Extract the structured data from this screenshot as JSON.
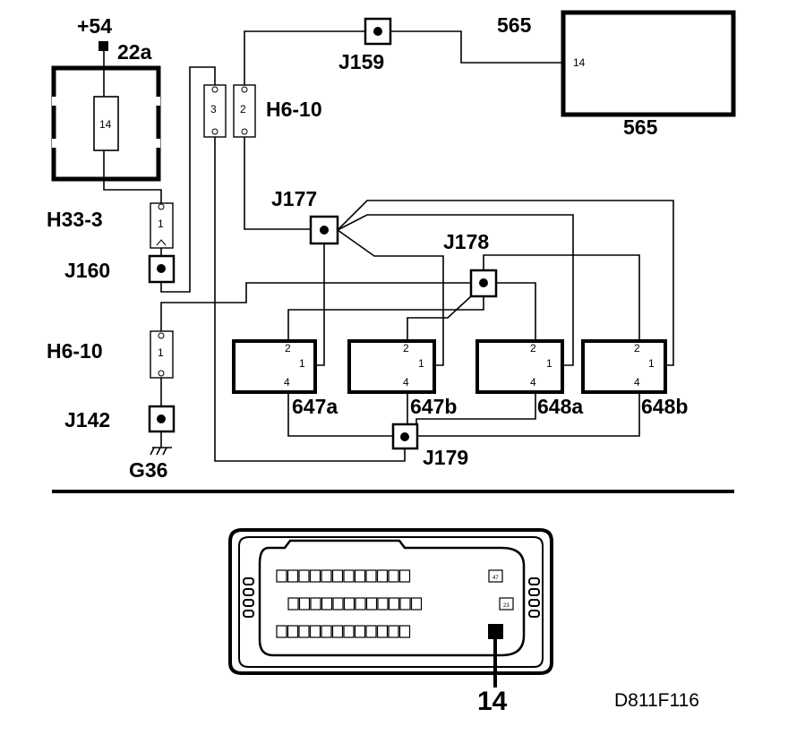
{
  "supply": {
    "label": "+54",
    "terminal": "22a"
  },
  "fuse_box": {
    "pin": "14"
  },
  "top_box": {
    "label_top": "565",
    "label_bottom": "565",
    "pin": "14"
  },
  "junctions": {
    "j159": "J159",
    "j160": "J160",
    "j142": "J142",
    "j177": "J177",
    "j178": "J178",
    "j179": "J179"
  },
  "connectors": {
    "h6_top": {
      "label": "H6-10",
      "pin_a": "3",
      "pin_b": "2"
    },
    "h33": {
      "label": "H33-3",
      "pin": "1"
    },
    "h6_bottom": {
      "label": "H6-10",
      "pin": "1"
    }
  },
  "ground": {
    "label": "G36"
  },
  "modules": [
    {
      "id": "647a",
      "label": "647a",
      "pins": [
        "2",
        "1",
        "4"
      ]
    },
    {
      "id": "647b",
      "label": "647b",
      "pins": [
        "2",
        "1",
        "4"
      ]
    },
    {
      "id": "648a",
      "label": "648a",
      "pins": [
        "2",
        "1",
        "4"
      ]
    },
    {
      "id": "648b",
      "label": "648b",
      "pins": [
        "2",
        "1",
        "4"
      ]
    }
  ],
  "ecu_connector": {
    "highlight_pin": "14",
    "row1": [
      "",
      "",
      "",
      "",
      "",
      "",
      "",
      "",
      "",
      "",
      "",
      ""
    ],
    "row2": [
      "",
      "",
      "",
      "",
      "",
      "",
      "",
      "",
      "",
      "",
      "",
      ""
    ],
    "row3": [
      "",
      "",
      "",
      "",
      "",
      "",
      "",
      "",
      "",
      "",
      "",
      ""
    ],
    "row1_end": "47",
    "row2_end": "23"
  },
  "figure_id": "D811F116"
}
